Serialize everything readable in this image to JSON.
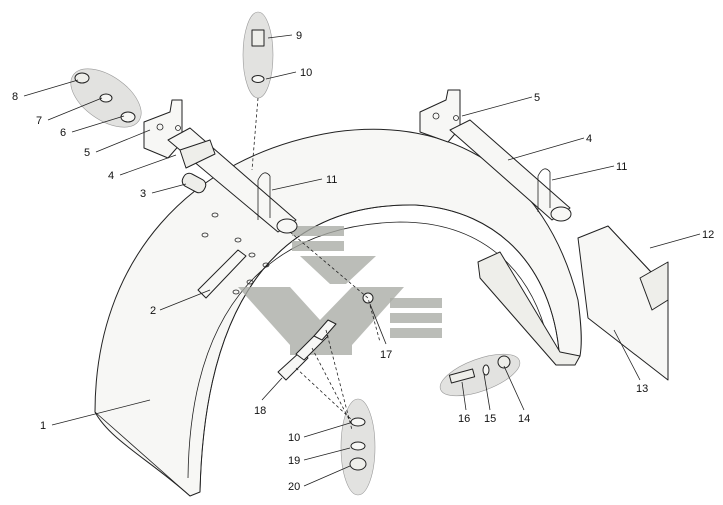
{
  "diagram": {
    "callouts": [
      {
        "id": "c1",
        "label": "1"
      },
      {
        "id": "c2",
        "label": "2"
      },
      {
        "id": "c3",
        "label": "3"
      },
      {
        "id": "c4a",
        "label": "4"
      },
      {
        "id": "c4b",
        "label": "4"
      },
      {
        "id": "c5a",
        "label": "5"
      },
      {
        "id": "c5b",
        "label": "5"
      },
      {
        "id": "c6",
        "label": "6"
      },
      {
        "id": "c7",
        "label": "7"
      },
      {
        "id": "c8",
        "label": "8"
      },
      {
        "id": "c9",
        "label": "9"
      },
      {
        "id": "c10a",
        "label": "10"
      },
      {
        "id": "c10b",
        "label": "10"
      },
      {
        "id": "c11a",
        "label": "11"
      },
      {
        "id": "c11b",
        "label": "11"
      },
      {
        "id": "c12",
        "label": "12"
      },
      {
        "id": "c13",
        "label": "13"
      },
      {
        "id": "c14",
        "label": "14"
      },
      {
        "id": "c15",
        "label": "15"
      },
      {
        "id": "c16",
        "label": "16"
      },
      {
        "id": "c17",
        "label": "17"
      },
      {
        "id": "c18",
        "label": "18"
      },
      {
        "id": "c19",
        "label": "19"
      },
      {
        "id": "c20",
        "label": "20"
      }
    ],
    "colors": {
      "line": "#222222",
      "watermark": "#a8aaa4",
      "part_fill": "#f7f7f5",
      "oval_fill": "#e2e2e0"
    }
  }
}
